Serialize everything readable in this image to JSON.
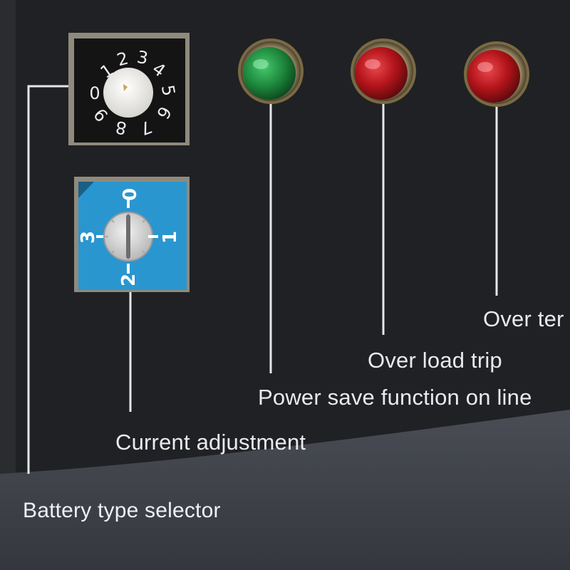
{
  "labels": {
    "battery_type_selector": "Battery type selector",
    "current_adjustment": "Current adjustment",
    "power_save": "Power save function on line",
    "over_load_trip": "Over load trip",
    "over_temp": "Over ter"
  },
  "battery_dial": {
    "numbers": [
      "0",
      "1",
      "2",
      "3",
      "4",
      "5",
      "6",
      "7",
      "8",
      "9"
    ]
  },
  "current_dial": {
    "numbers": [
      "0",
      "1",
      "2",
      "3"
    ]
  },
  "leds": [
    {
      "name": "power-save-led",
      "color": "#1f8a3e"
    },
    {
      "name": "over-load-trip-led",
      "color": "#b3141a"
    },
    {
      "name": "over-temp-led",
      "color": "#b3141a"
    }
  ],
  "colors": {
    "panel": "#1f2023",
    "bottom_panel": "#3e4148",
    "blue_switch": "#2a96cf",
    "leader_line": "#e6e7ea"
  }
}
